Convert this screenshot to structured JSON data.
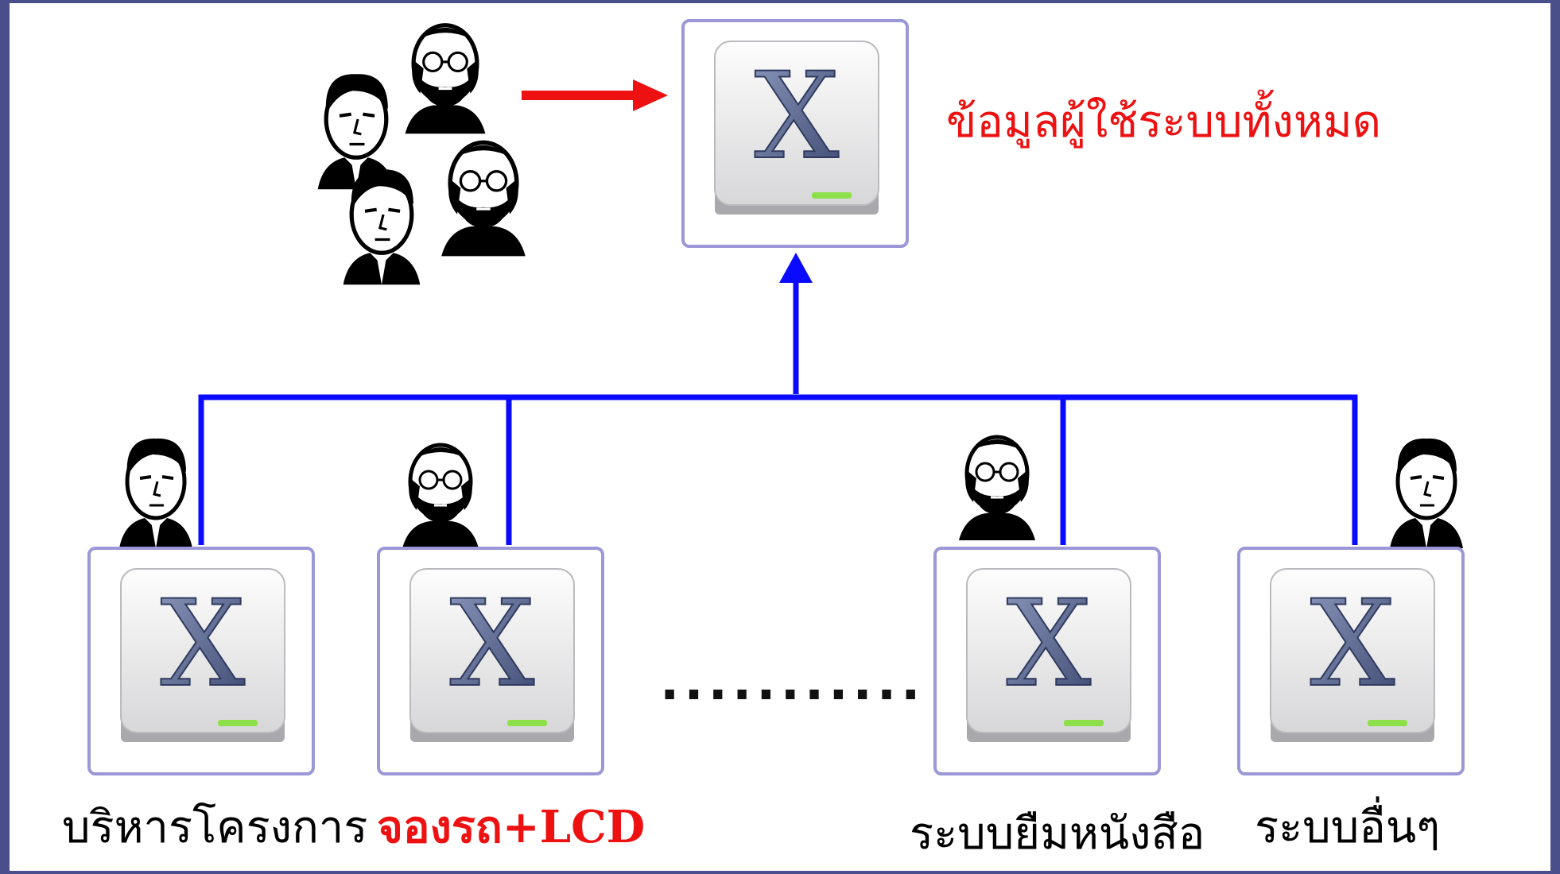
{
  "central": {
    "caption": "ข้อมูลผู้ใช้ระบบทั้งหมด",
    "icon": "hard-drive-x-icon"
  },
  "subsystems": [
    {
      "label": "บริหารโครงการ",
      "icon": "hard-drive-x-icon",
      "user": "person-icon"
    },
    {
      "label": "จองรถ+LCD",
      "icon": "hard-drive-x-icon",
      "user": "person-glasses-icon"
    },
    {
      "label": "ระบบยืมหนังสือ",
      "icon": "hard-drive-x-icon",
      "user": "person-glasses-icon"
    },
    {
      "label": "ระบบอื่นๆ",
      "icon": "hard-drive-x-icon",
      "user": "person-icon"
    }
  ],
  "ellipsis": "...........",
  "drive_letter": "X",
  "colors": {
    "connector": "#0a0aff",
    "arrow_red": "#ee1111",
    "box_border": "#9b98d8",
    "accent_text": "#ee1111",
    "frame": "#4a4f8c"
  }
}
